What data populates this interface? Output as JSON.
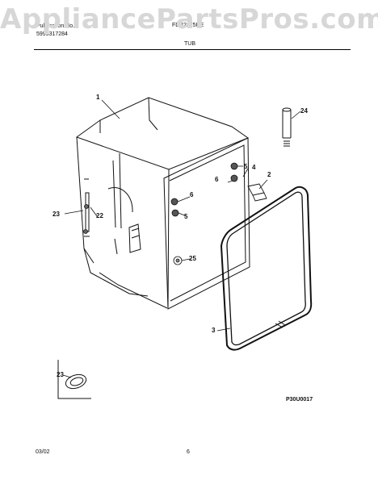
{
  "watermark": "AppliancePartsPros.com",
  "header": {
    "publication_label": "Publication No.",
    "publication_number": "5995317284",
    "model": "FDB2225RE"
  },
  "section_title": "TUB",
  "part_labels": {
    "p1": "1",
    "p2": "2",
    "p3": "3",
    "p4": "4",
    "p5_top": "5",
    "p5_left": "5",
    "p6_top": "6",
    "p6_left": "6",
    "p22": "22",
    "p23": "23",
    "p23_detail": "23",
    "p24": "24",
    "p25": "25"
  },
  "figure_code": "P30U0017",
  "footer": {
    "date": "03/02",
    "page": "6"
  }
}
